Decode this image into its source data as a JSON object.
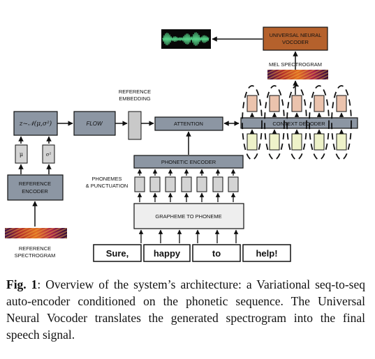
{
  "nodes": {
    "vocoder": [
      "UNIVERSAL NEURAL",
      "VOCODER"
    ],
    "mel_spectrogram": "MEL SPECTROGRAM",
    "reference_embedding": [
      "REFERENCE",
      "EMBEDDING"
    ],
    "latent": "z~𝒩(μ,σ²)",
    "flow": "FLOW",
    "attention": "ATTENTION",
    "context_decoder": "CONTEXT DECODER",
    "mu": "μ",
    "sigma2": "σ²",
    "reference_encoder": [
      "REFERENCE",
      "ENCODER"
    ],
    "phonetic_encoder": "PHONETIC ENCODER",
    "phonemes": [
      "PHONEMES",
      "& PUNCTUATION"
    ],
    "g2p": "GRAPHEME TO PHONEME",
    "reference_spectrogram": [
      "REFERENCE",
      "SPECTROGRAM"
    ]
  },
  "words": [
    "Sure,",
    "happy",
    "to",
    "help!"
  ],
  "caption": {
    "label": "Fig. 1",
    "text": ":  Overview of the system’s architecture: a Variational seq-to-seq auto-encoder conditioned on the phonetic sequence. The Universal Neural Vocoder translates the generated spectrogram into the final speech signal."
  },
  "colors": {
    "block": "#8c96a3",
    "vocoder": "#b5612c",
    "decoder_top": "#ebc3ad",
    "decoder_bottom": "#eef2c9",
    "phoneme_box": "#d4d4d4",
    "embedding": "#c9c9c9",
    "border": "#111111"
  }
}
